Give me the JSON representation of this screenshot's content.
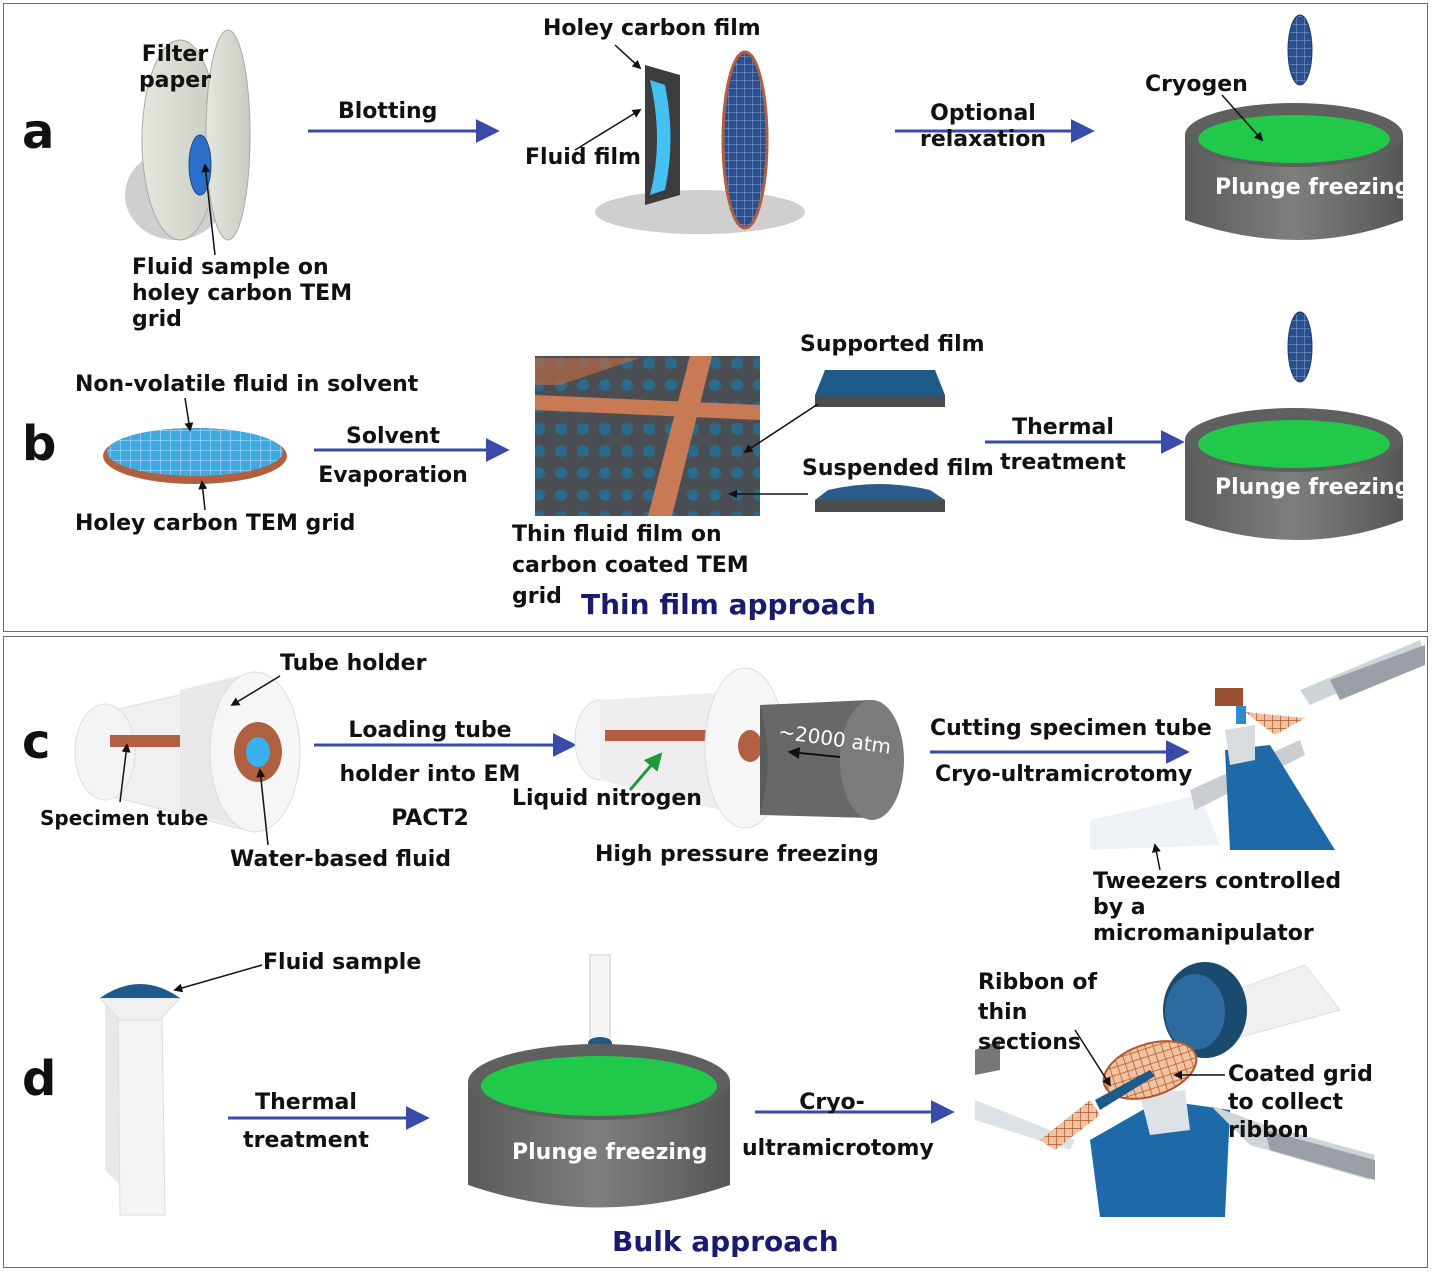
{
  "panel_letters": {
    "a": "a",
    "b": "b",
    "c": "c",
    "d": "d"
  },
  "section_titles": {
    "top": "Thin film approach",
    "bottom": "Bulk approach"
  },
  "row_a": {
    "filter_paper": "Filter paper",
    "fluid_sample": "Fluid sample on holey carbon TEM grid",
    "blotting": "Blotting",
    "holey_carbon_film": "Holey carbon film",
    "fluid_film": "Fluid film",
    "optional_relaxation": "Optional relaxation",
    "cryogen": "Cryogen",
    "plunge_freezing": "Plunge freezing"
  },
  "row_b": {
    "non_volatile": "Non-volatile fluid in solvent",
    "holey_grid": "Holey carbon TEM grid",
    "solvent_evaporation": "Solvent Evaporation",
    "thin_fluid_film": "Thin fluid film on carbon coated TEM grid",
    "supported_film": "Supported film",
    "suspended_film": "Suspended film",
    "thermal_treatment": "Thermal treatment",
    "plunge_freezing": "Plunge freezing"
  },
  "row_c": {
    "tube_holder": "Tube holder",
    "specimen_tube": "Specimen tube",
    "water_based_fluid": "Water-based fluid",
    "loading": "Loading tube holder into EM PACT2",
    "pressure": "~2000 atm",
    "liquid_nitrogen": "Liquid nitrogen",
    "high_pressure_freezing": "High pressure freezing",
    "cutting": "Cutting specimen tube",
    "cryo_ultramicrotomy": "Cryo-ultramicrotomy",
    "tweezers": "Tweezers controlled by a micromanipulator"
  },
  "row_d": {
    "fluid_sample": "Fluid sample",
    "thermal_treatment": "Thermal treatment",
    "plunge_freezing": "Plunge freezing",
    "cryo_ultramicrotomy": "Cryo- ultramicrotomy",
    "ribbon": "Ribbon of thin sections",
    "coated_grid": "Coated grid to collect ribbon"
  },
  "colors": {
    "arrow": "#3a4aa8",
    "cryogen": "#22c84a",
    "pot": "#6b6d6b",
    "copper": "#b06040",
    "blue": "#1e5a8a",
    "title": "#1a1a6e"
  }
}
